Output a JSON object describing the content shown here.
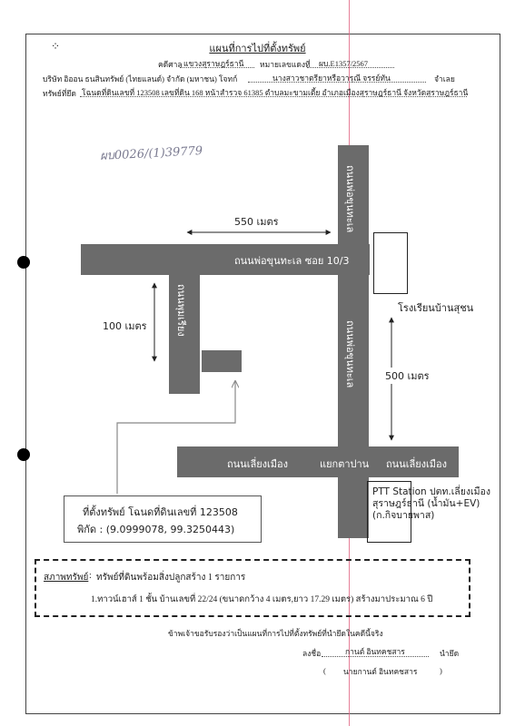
{
  "header": {
    "title": "แผนที่การไปที่ตั้งทรัพย์",
    "court_label": "คดีศาล",
    "court_value": "แขวงสุราษฎร์ธานี",
    "case_label": "หมายเลขแดงที่",
    "case_value": "ผบ.E1357/2567",
    "plaintiff": "บริษัท อิออน ธนสินทรัพย์ (ไทยแลนด์) จำกัด (มหาชน) โจทก์",
    "defendant": "นางสาวชาตรียาหรือวารุณี จรรย์ทัน",
    "defendant_suffix": "จำเลย",
    "property_label": "ทรัพย์ที่ยึด",
    "property_value": "โฉนดที่ดินเลขที่ 123508 เลขที่ดิน 168 หน้าสำรวจ 61385 ตำบลมะขามเตี้ย อำเภอเมืองสุราษฎร์ธานี จังหวัดสุราษฎร์ธานี"
  },
  "handwritten_note": "ผบ0026/(1)39779",
  "roads": {
    "soi": "ถนนพ่อขุนทะเล ซอย 10/3",
    "upper_vertical": "ถนนพ่อขุนทะเล",
    "lower_vertical": "ถนนพ่อขุนทะเล",
    "left_vertical": "ถนนพุมเรียง",
    "bottom_left": "ถนนเลี่ยงเมือง",
    "bottom_right": "ถนนเลี่ยงเมือง",
    "intersection": "แยกตาปาน"
  },
  "distances": {
    "d550": "550 เมตร",
    "d100": "100 เมตร",
    "d500": "500 เมตร"
  },
  "landmarks": {
    "school": "โรงเรียนบ้านสุชน",
    "ptt_line1": "PTT Station ปตท.เลี่ยงเมือง",
    "ptt_line2": "สุราษฎร์ธานี (น้ำมัน+EV)",
    "ptt_line3": "(ก.กิจบายพาส)"
  },
  "property_box": {
    "line1": "ที่ตั้งทรัพย์ โฉนดที่ดินเลขที่ 123508",
    "line2": "พิกัด : (9.0999078, 99.3250443)"
  },
  "condition": {
    "label": "สภาพทรัพย์",
    "colon": ":",
    "text1": "ทรัพย์ที่ดินพร้อมสิ่งปลูกสร้าง 1 รายการ",
    "text2": "1.ทาวน์เฮาส์ 1 ชั้น บ้านเลขที่ 22/24 (ขนาดกว้าง 4 เมตร,ยาว 17.29 เมตร) สร้างมาประมาณ 6 ปี"
  },
  "footer": {
    "certify": "ข้าพเจ้าขอรับรองว่าเป็นแผนที่การไปที่ตั้งทรัพย์ที่นำยึดในคดีนี้จริง",
    "sign_label": "ลงชื่อ",
    "sign_name": "กานต์ อินทคชสาร",
    "role": "นำยึด",
    "paren_open": "(",
    "printed_name": "นายกานต์ อินทคชสาร",
    "paren_close": ")"
  },
  "colors": {
    "road": "#6b6b6b",
    "margin_line": "#e06080",
    "note_ink": "#7a7a90"
  }
}
